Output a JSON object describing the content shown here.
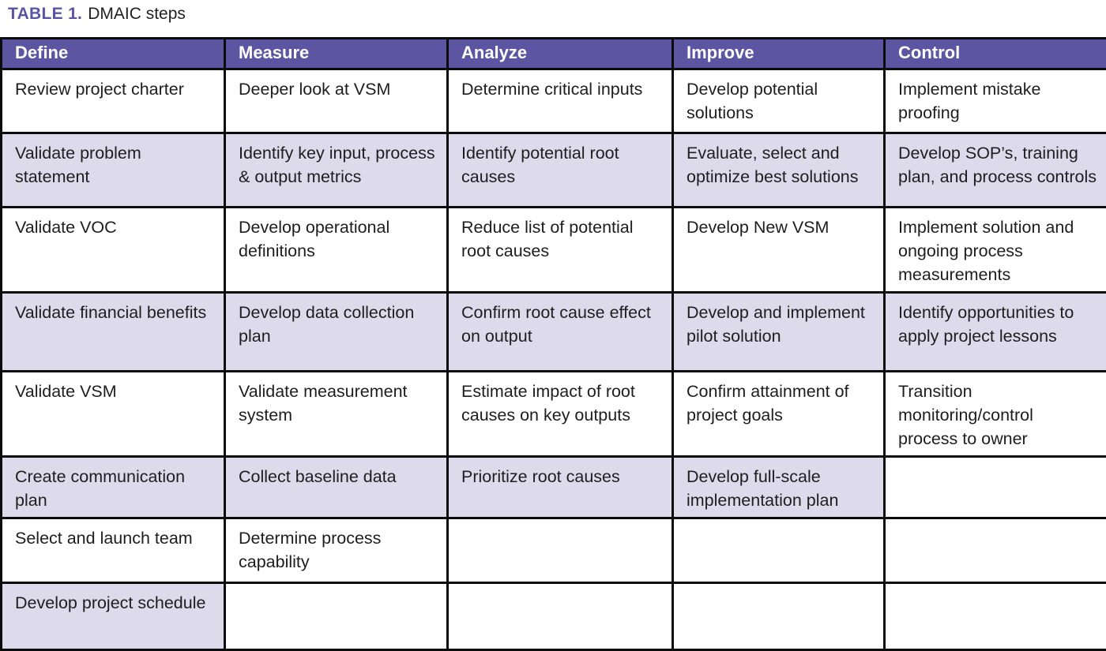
{
  "title": {
    "label": "TABLE 1.",
    "text": "DMAIC steps"
  },
  "colors": {
    "header_bg": "#5b55a2",
    "header_text": "#ffffff",
    "shaded_cell_bg": "#dddbeb",
    "border": "#0b0b0b",
    "title_accent": "#5b54a4",
    "body_text": "#1f1d1e"
  },
  "table": {
    "headers": [
      "Define",
      "Measure",
      "Analyze",
      "Improve",
      "Control"
    ],
    "rows": [
      [
        "Review project charter",
        "Deeper look at VSM",
        "Determine critical inputs",
        "Develop potential solutions",
        "Implement mistake proofing"
      ],
      [
        "Validate problem statement",
        "Identify key input, process & output metrics",
        "Identify potential root causes",
        "Evaluate, select and optimize best solutions",
        "Develop SOP’s, training plan, and process controls"
      ],
      [
        "Validate VOC",
        "Develop operational definitions",
        "Reduce list of potential root causes",
        "Develop New VSM",
        "Implement solution and ongoing process measurements"
      ],
      [
        "Validate financial benefits",
        "Develop data collection plan",
        "Confirm root cause effect on output",
        "Develop and implement pilot solution",
        "Identify opportunities to apply project lessons"
      ],
      [
        "Validate VSM",
        "Validate measurement system",
        "Estimate impact of root causes on key outputs",
        "Confirm attainment of project goals",
        "Transition monitoring/control process to owner"
      ],
      [
        "Create communication plan",
        "Collect baseline data",
        "Prioritize root causes",
        "Develop full-scale implementation plan",
        ""
      ],
      [
        "Select and launch team",
        "Determine process capability",
        "",
        "",
        ""
      ],
      [
        "Develop project schedule",
        "",
        "",
        "",
        ""
      ]
    ]
  }
}
